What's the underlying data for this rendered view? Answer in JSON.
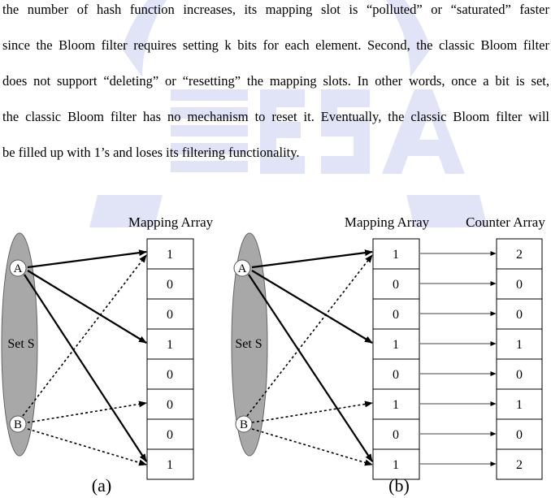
{
  "paragraph": {
    "lines": [
      "the number of hash function increases, its mapping slot is “polluted” or “saturated” faster",
      "since the Bloom filter requires setting k bits for each element. Second, the classic Bloom filter",
      "does not support “deleting” or “resetting” the mapping slots. In other words, once a bit is set,",
      "the classic Bloom filter has no mechanism to reset it. Eventually, the classic Bloom filter will",
      "be filled up with 1’s and loses its filtering functionality."
    ]
  },
  "figure": {
    "panel_a": {
      "title": "Mapping Array",
      "set_label": "Set S",
      "element_a": "A",
      "element_b": "B",
      "mapping_values": [
        "1",
        "0",
        "0",
        "1",
        "0",
        "0",
        "0",
        "1"
      ],
      "caption": "(a)"
    },
    "panel_b": {
      "mapping_title": "Mapping Array",
      "counter_title": "Counter Array",
      "set_label": "Set S",
      "element_a": "A",
      "element_b": "B",
      "mapping_values": [
        "1",
        "0",
        "0",
        "1",
        "0",
        "1",
        "0",
        "1"
      ],
      "counter_values": [
        "2",
        "0",
        "0",
        "1",
        "0",
        "1",
        "0",
        "2"
      ],
      "caption": "(b)"
    },
    "colors": {
      "set_fill": "#a8a8a8",
      "line": "#000000",
      "watermark": "#c9cdef"
    }
  }
}
